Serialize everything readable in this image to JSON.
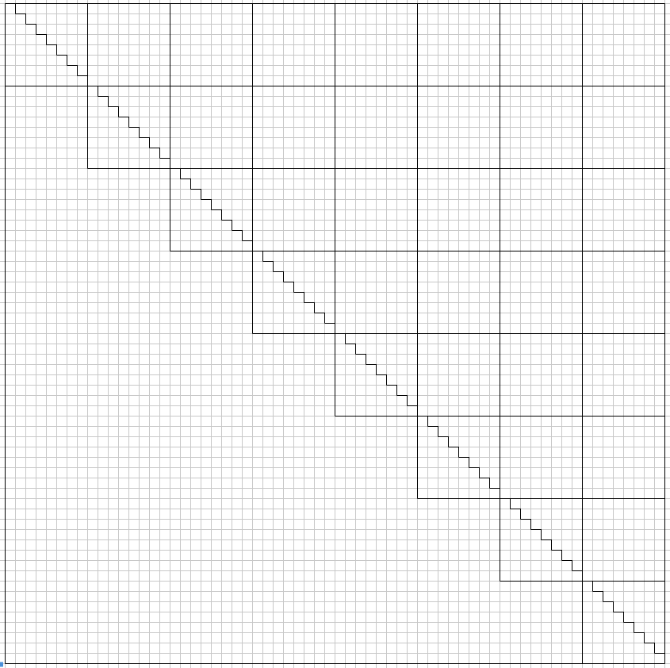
{
  "diagram": {
    "type": "block-upper-triangular-grid",
    "cells_per_side": 64,
    "block_size": 8,
    "blocks_per_side": 8,
    "steps_per_block": 8,
    "colors": {
      "background": "#ffffff",
      "grid_line": "#c8c8c8",
      "structure_line": "#000000",
      "corner_accent": "#4a90d9"
    }
  }
}
